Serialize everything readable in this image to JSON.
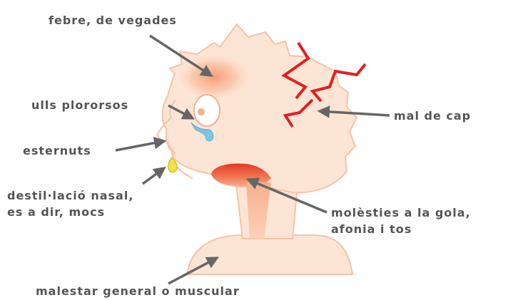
{
  "labels": {
    "fever": "febre, de vegades",
    "teary_eyes": "ulls plororsos",
    "sneezing": "esternuts",
    "runny_nose_line1": "destil·lació nasal,",
    "runny_nose_line2": "es a dir, mocs",
    "headache": "mal de cap",
    "throat_line1": "molèsties a la gola,",
    "throat_line2": "afonia i tos",
    "malaise": "malestar general o muscular"
  },
  "colors": {
    "head_fill": "#fde5d6",
    "head_stroke": "#f6c2a6",
    "fever_glow": "#f59a73",
    "throat": "#e8452a",
    "headache_lines": "#e02020",
    "tear": "#7ec6e8",
    "mucus": "#f2e24a",
    "arrow": "#666666",
    "text": "#555555"
  }
}
